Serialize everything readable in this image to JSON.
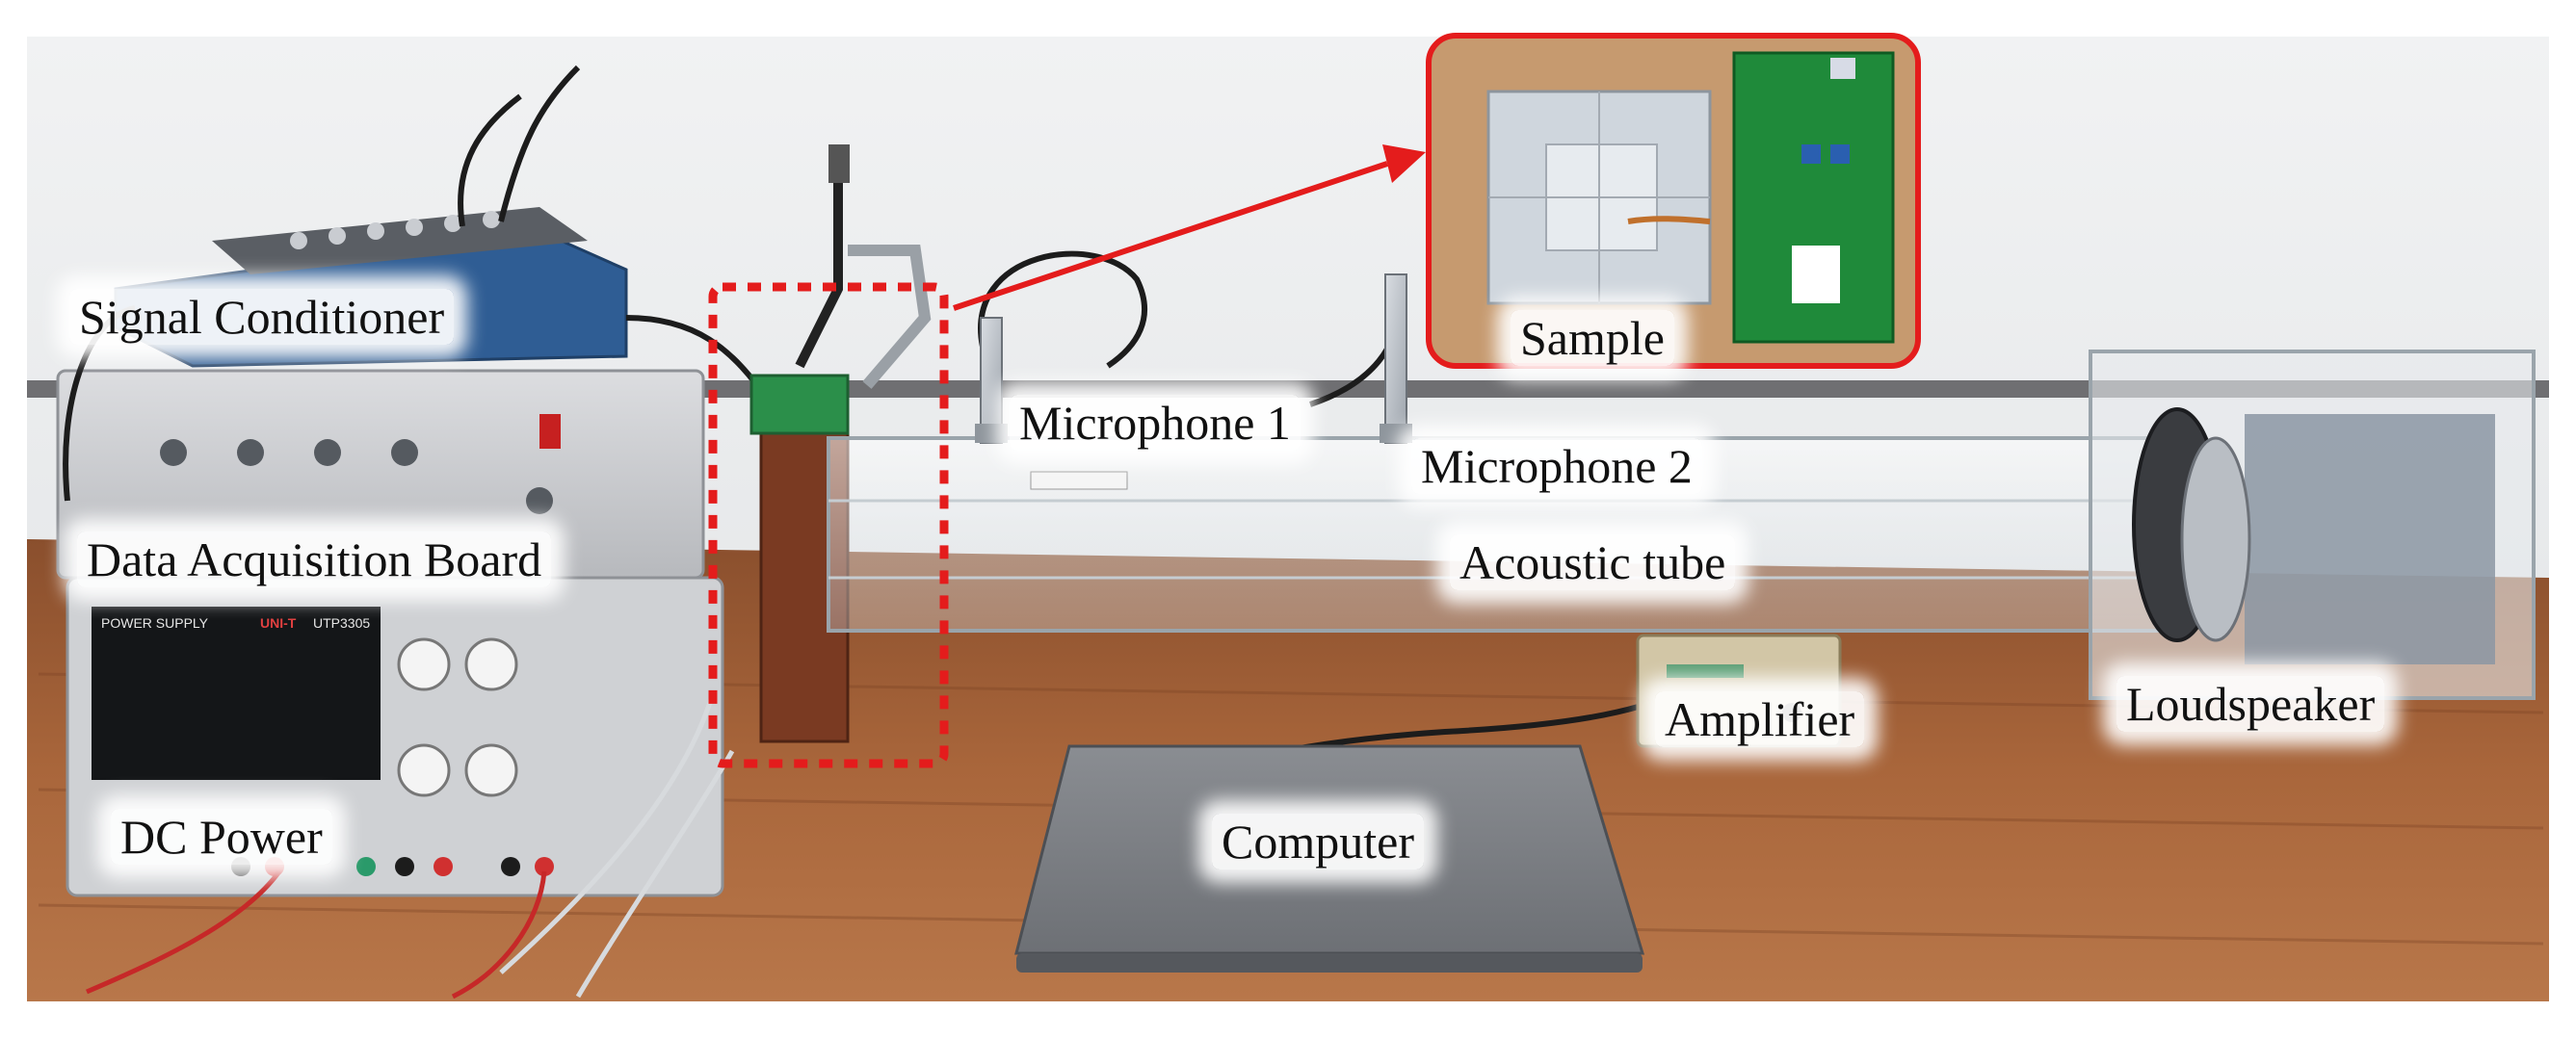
{
  "labels": {
    "signal_conditioner": "Signal Conditioner",
    "data_acquisition_board": "Data Acquisition Board",
    "dc_power": "DC Power",
    "microphone_1": "Microphone 1",
    "microphone_2": "Microphone 2",
    "acoustic_tube": "Acoustic tube",
    "sample": "Sample",
    "amplifier": "Amplifier",
    "loudspeaker": "Loudspeaker",
    "computer": "Computer"
  },
  "power_supply_panel": {
    "title": "POWER SUPPLY",
    "brand": "UNI-T",
    "model": "UTP3305"
  },
  "colors": {
    "highlight_red": "#e41c1c",
    "wall": "#e9ebec",
    "desk": "#9a5a34"
  }
}
